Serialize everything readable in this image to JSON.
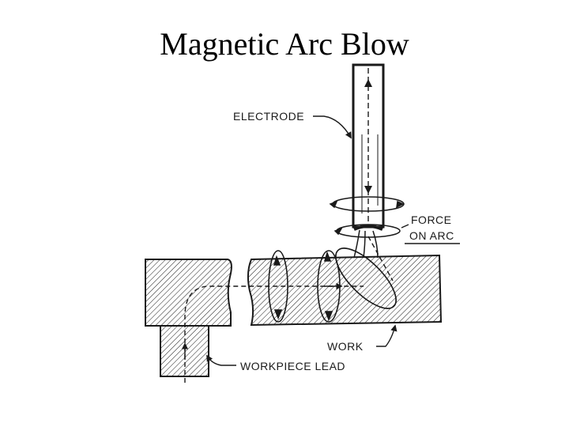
{
  "slide": {
    "title": "Magnetic Arc Blow"
  },
  "diagram": {
    "labels": {
      "electrode": "ELECTRODE",
      "force_line1": "FORCE",
      "force_line2": "ON ARC",
      "work": "WORK",
      "workpiece_lead": "WORKPIECE LEAD"
    },
    "colors": {
      "ink": "#1a1a1a",
      "background": "#ffffff"
    }
  }
}
